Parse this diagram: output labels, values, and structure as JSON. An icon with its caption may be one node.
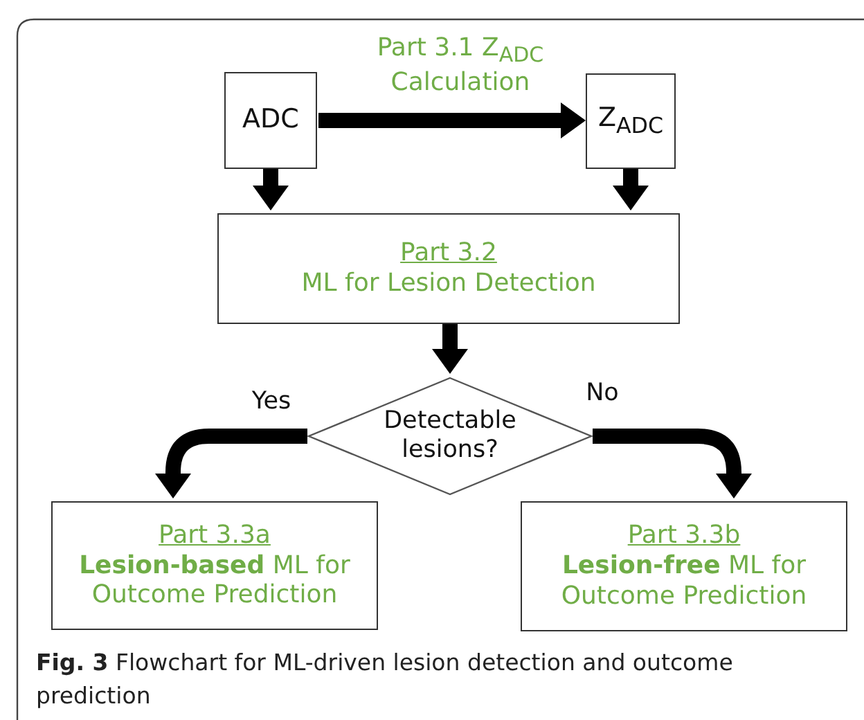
{
  "diagram": {
    "caption": "**Fig. 3** Flowchart for ML-driven lesion detection and outcome prediction",
    "nodes": [
      {
        "text": [
          "ADC"
        ]
      },
      {
        "text": [
          "Z$_{ADC}$"
        ]
      },
      {
        "text": [
          "Part 3.2",
          "ML for Lesion Detection"
        ]
      },
      {
        "text": [
          "Detectable lesions?"
        ]
      },
      {
        "text": [
          "Part 3.3a",
          "**Lesion-based** ML for Outcome Prediction"
        ]
      },
      {
        "text": [
          "Part 3.3b",
          "**Lesion-free** ML for Outcome Prediction"
        ]
      }
    ],
    "edges": [
      {
        "from": 0,
        "to": 1,
        "arrow": "to",
        "label": "Part 3.1 Z$_{ADC}$ Calculation"
      },
      {
        "from": 0,
        "to": 2,
        "arrow": "to"
      },
      {
        "from": 1,
        "to": 2,
        "arrow": "to"
      },
      {
        "from": 2,
        "to": 3,
        "arrow": "to"
      },
      {
        "from": 3,
        "to": 4,
        "arrow": "to",
        "label": "Yes"
      },
      {
        "from": 3,
        "to": 5,
        "arrow": "to",
        "label": "No"
      }
    ]
  }
}
